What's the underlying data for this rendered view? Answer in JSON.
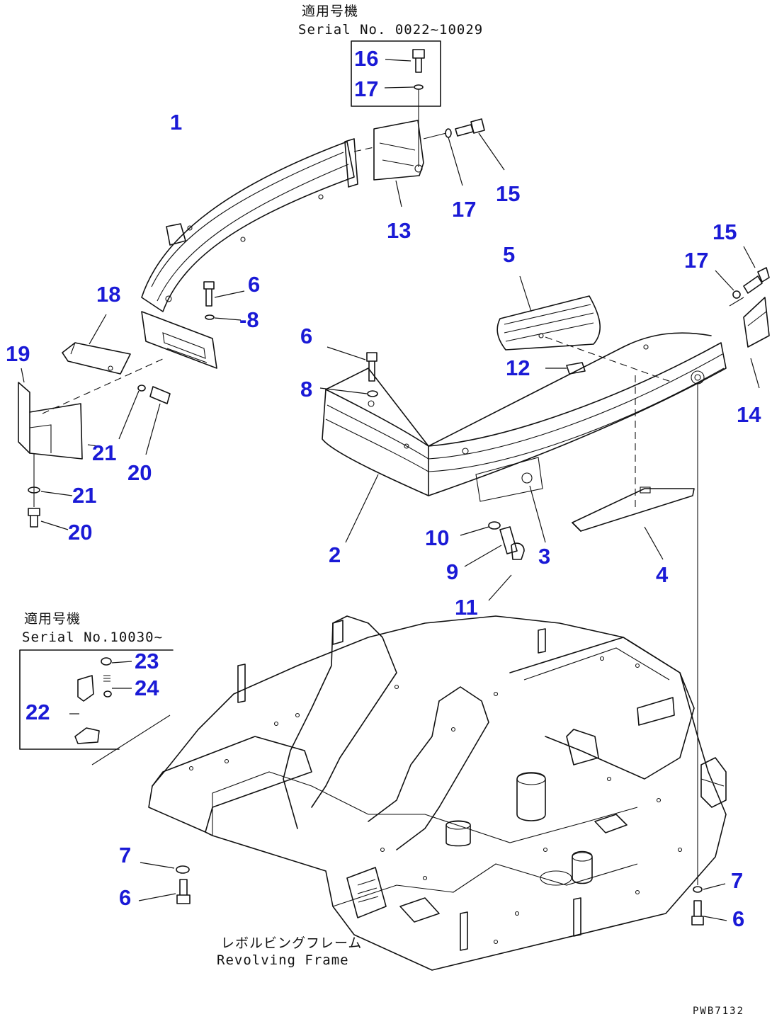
{
  "notes": {
    "top_serial_jp": "適用号機",
    "top_serial": "Serial No. 0022~10029",
    "inset_serial_jp": "適用号機",
    "inset_serial": "Serial No.10030~",
    "frame_label_jp": "レボルビングフレーム",
    "frame_label": "Revolving Frame",
    "drawing_no": "PWB7132"
  },
  "callouts": {
    "c1": "1",
    "c2": "2",
    "c3": "3",
    "c4": "4",
    "c5": "5",
    "c6a": "6",
    "c6b": "6",
    "c6c": "6",
    "c6d": "6",
    "c7a": "7",
    "c7b": "7",
    "c8a": "-8",
    "c8b": "8",
    "c9": "9",
    "c10": "10",
    "c11": "11",
    "c12": "12",
    "c13": "13",
    "c14": "14",
    "c15a": "15",
    "c15b": "15",
    "c16": "16",
    "c17a": "17",
    "c17b": "17",
    "c17c": "17",
    "c18": "18",
    "c19": "19",
    "c20a": "20",
    "c20b": "20",
    "c21a": "21",
    "c21b": "21",
    "c22": "22",
    "c23": "23",
    "c24": "24"
  },
  "colors": {
    "callout": "#1a1ad6",
    "linework": "#111111",
    "background": "#ffffff"
  }
}
